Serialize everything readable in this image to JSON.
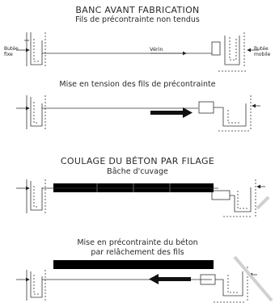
{
  "titles": {
    "step1_title": "BANC AVANT FABRICATION",
    "step1_subtitle": "Fils de précontrainte non tendus",
    "step2_title": "Mise en tension des fils de précontrainte",
    "step3_title": "COULAGE DU BÉTON PAR FILAGE",
    "step3_subtitle": "Bâche d'cuvage",
    "step4_title_line1": "Mise en précontrainte du béton",
    "step4_title_line2": "par relâchement des fils"
  },
  "labels": {
    "fixed_block": "Butée fixe",
    "mobile_block": "Butée mobile",
    "jack": "Vérin"
  },
  "colors": {
    "ink": "#2a2a2a",
    "concrete": "#000000",
    "paper": "#ffffff"
  }
}
